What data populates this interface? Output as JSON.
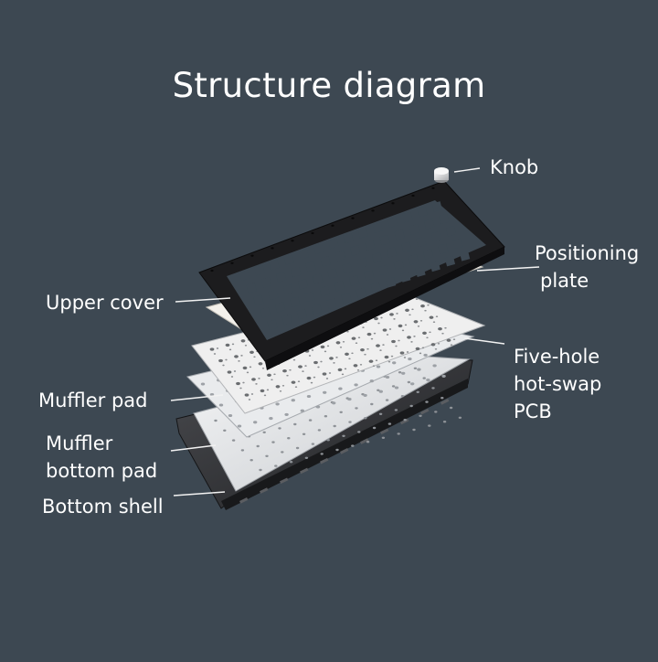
{
  "title": "Structure diagram",
  "labels": {
    "knob": "Knob",
    "positioning_plate": [
      "Positioning",
      "plate"
    ],
    "upper_cover": "Upper cover",
    "pcb": [
      "Five-hole",
      "hot-swap",
      "PCB"
    ],
    "muffler_pad": "Muffler pad",
    "muffler_bottom_pad": [
      "Muffler",
      "bottom pad"
    ],
    "bottom_shell": "Bottom shell"
  },
  "colors": {
    "background": "#3d4852",
    "text": "#ffffff",
    "leader_line": "#f2f2f2",
    "upper_cover": "#1c1c1e",
    "plate": "#ece9e3",
    "pcb": "#e6e6e6",
    "muffler_pad": "#d9dcdf",
    "bottom_shell": "#2f3033"
  }
}
